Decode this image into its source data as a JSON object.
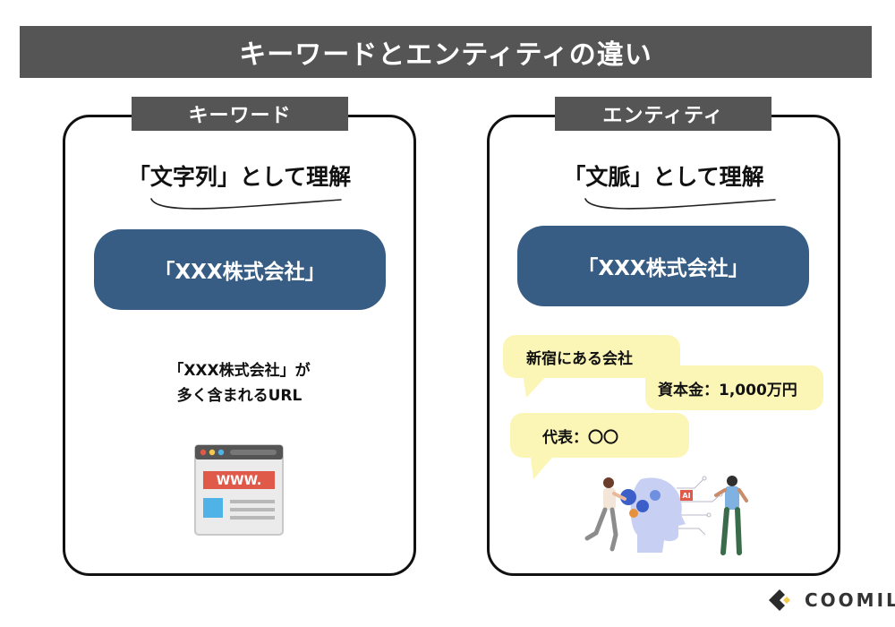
{
  "title": "キーワードとエンティティの違い",
  "left_panel": {
    "label": "キーワード",
    "subtitle": "「文字列」として理解",
    "company": "「XXX株式会社」",
    "description_line1": "「XXX株式会社」が",
    "description_line2": "多く含まれるURL",
    "browser_text": "WWW."
  },
  "right_panel": {
    "label": "エンティティ",
    "subtitle": "「文脈」として理解",
    "company": "「XXX株式会社」",
    "bubbles": [
      "新宿にある会社",
      "資本金：1,000万円",
      "代表：〇〇"
    ],
    "ai_badge": "AI"
  },
  "logo": {
    "text": "COOMIL"
  },
  "colors": {
    "header_gray": "#555555",
    "pill_blue": "#375d84",
    "bubble_yellow": "#fcf6b6",
    "panel_border": "#111111"
  }
}
